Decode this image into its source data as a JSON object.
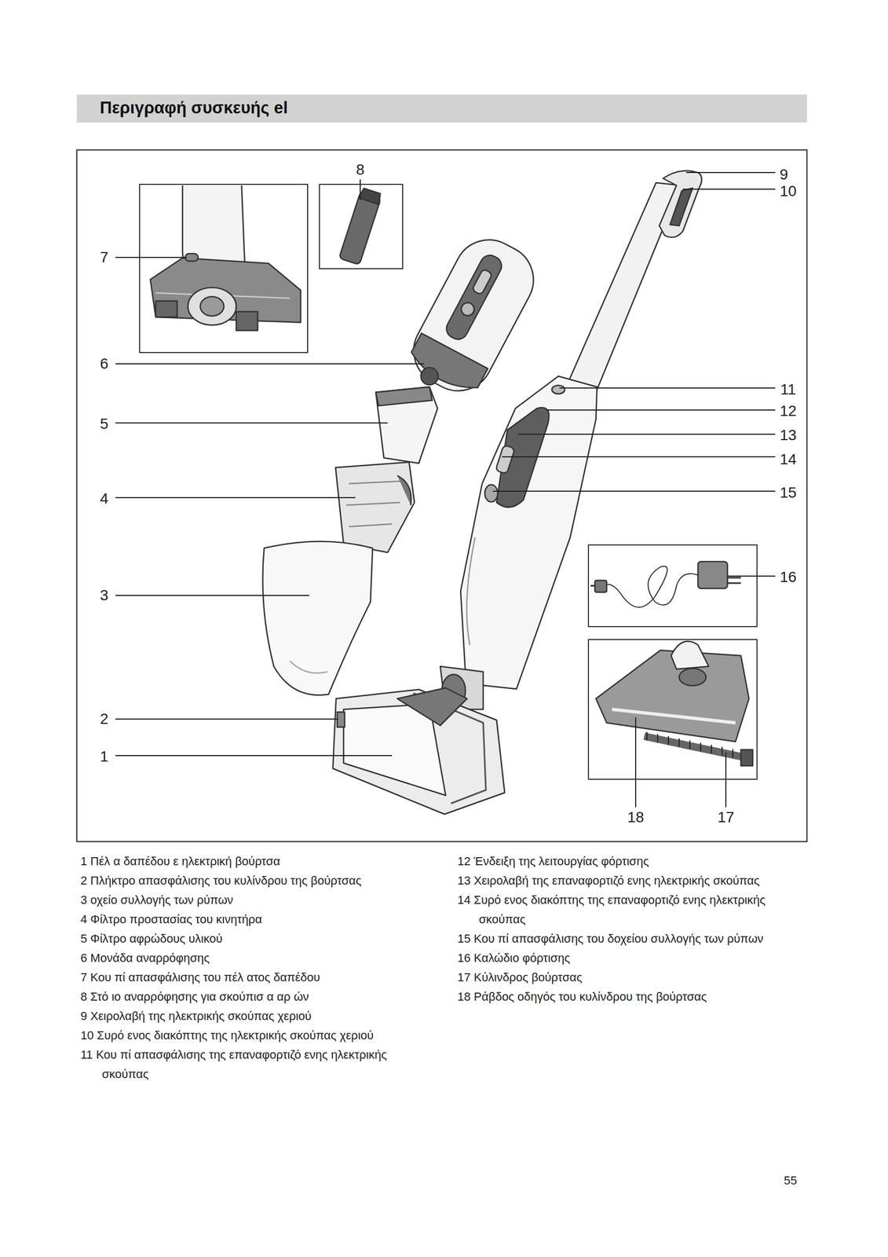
{
  "diagram": {
    "title": "Περιγραφή συσκευής el",
    "labels": [
      "8",
      "9",
      "10",
      "7",
      "6",
      "11",
      "12",
      "13",
      "14",
      "5",
      "4",
      "15",
      "16",
      "3",
      "2",
      "1",
      "18",
      "17",
      "1 Πέλ α δαπέδου ε ηλεκτρική βούρτσα",
      "2 Πλήκτρο απασφάλισης του κυλίνδρου της βούρτσας",
      "3 οχείο συλλογής των ρύπων",
      "4 Φίλτρο προστασίας του κινητήρα",
      "5 Φίλτρο αφρώδους υλικού",
      "6 Μονάδα αναρρόφησης",
      "7 Κου πί απασφάλισης του πέλ ατος δαπέδου",
      "8 Στό ιο αναρρόφησης για σκούπισ α αρ ών",
      "9 Χειρολαβή της ηλεκτρικής σκούπας χεριού",
      "10 Συρό ενος διακόπτης της ηλεκτρικής σκούπας χεριού",
      "11 Κου πί απασφάλισης της επαναφορτιζό ενης ηλεκτρικής σκούπας",
      "12 Ένδειξη της λειτουργίας φόρτισης",
      "13 Χειρολαβή της επαναφορτιζό ενης ηλεκτρικής σκούπας",
      "14 Συρό ενος διακόπτης της επαναφορτιζό ενης ηλεκτρικής σκούπας",
      "15 Κου πί απασφάλισης του δοχείου συλλογής των ρύπων",
      "16 Καλώδιο φόρτισης",
      "17 Κύλινδρος βούρτσας",
      "18 Ράβδος οδηγός του κυλίνδρου της βούρτσας",
      "55"
    ]
  }
}
